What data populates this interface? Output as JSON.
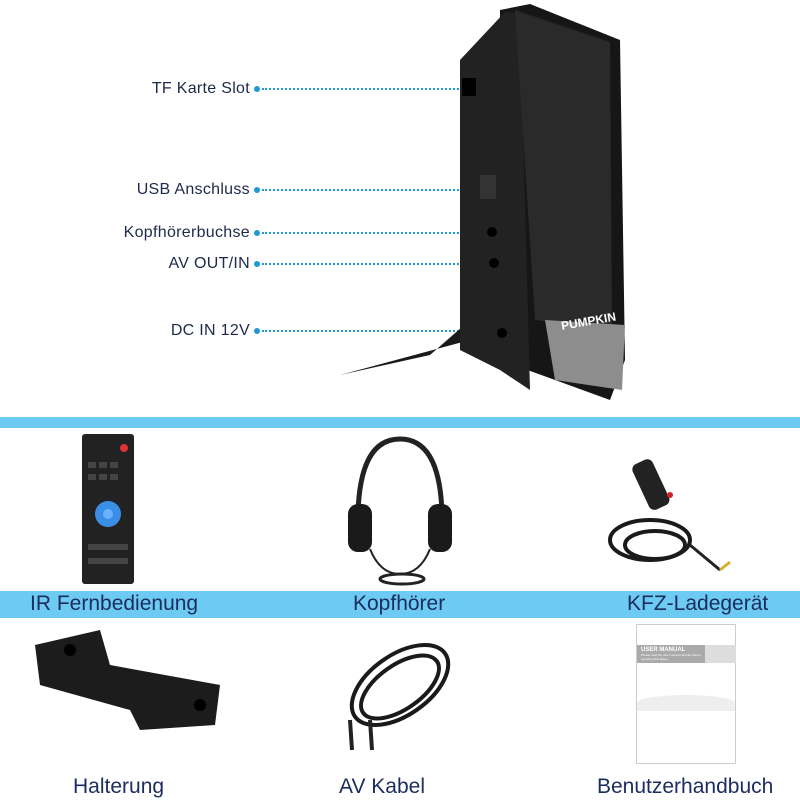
{
  "callouts": [
    {
      "label": "TF Karte Slot"
    },
    {
      "label": "USB Anschluss"
    },
    {
      "label": "Kopfhörerbuchse"
    },
    {
      "label": "AV OUT/IN"
    },
    {
      "label": "DC IN 12V"
    }
  ],
  "device": {
    "brand": "PUMPKIN"
  },
  "accessories": [
    {
      "label": "IR Fernbedienung"
    },
    {
      "label": "Kopfhörer"
    },
    {
      "label": "KFZ-Ladegerät"
    },
    {
      "label": "Halterung"
    },
    {
      "label": "AV Kabel"
    },
    {
      "label": "Benutzerhandbuch"
    }
  ],
  "manual": {
    "title": "USER MANUAL",
    "subtitle": "Please read the user manual carefully before operating this player"
  },
  "colors": {
    "band": "#6ccaf3",
    "callout": "#1e9ad6",
    "text": "#1b2d5c"
  }
}
